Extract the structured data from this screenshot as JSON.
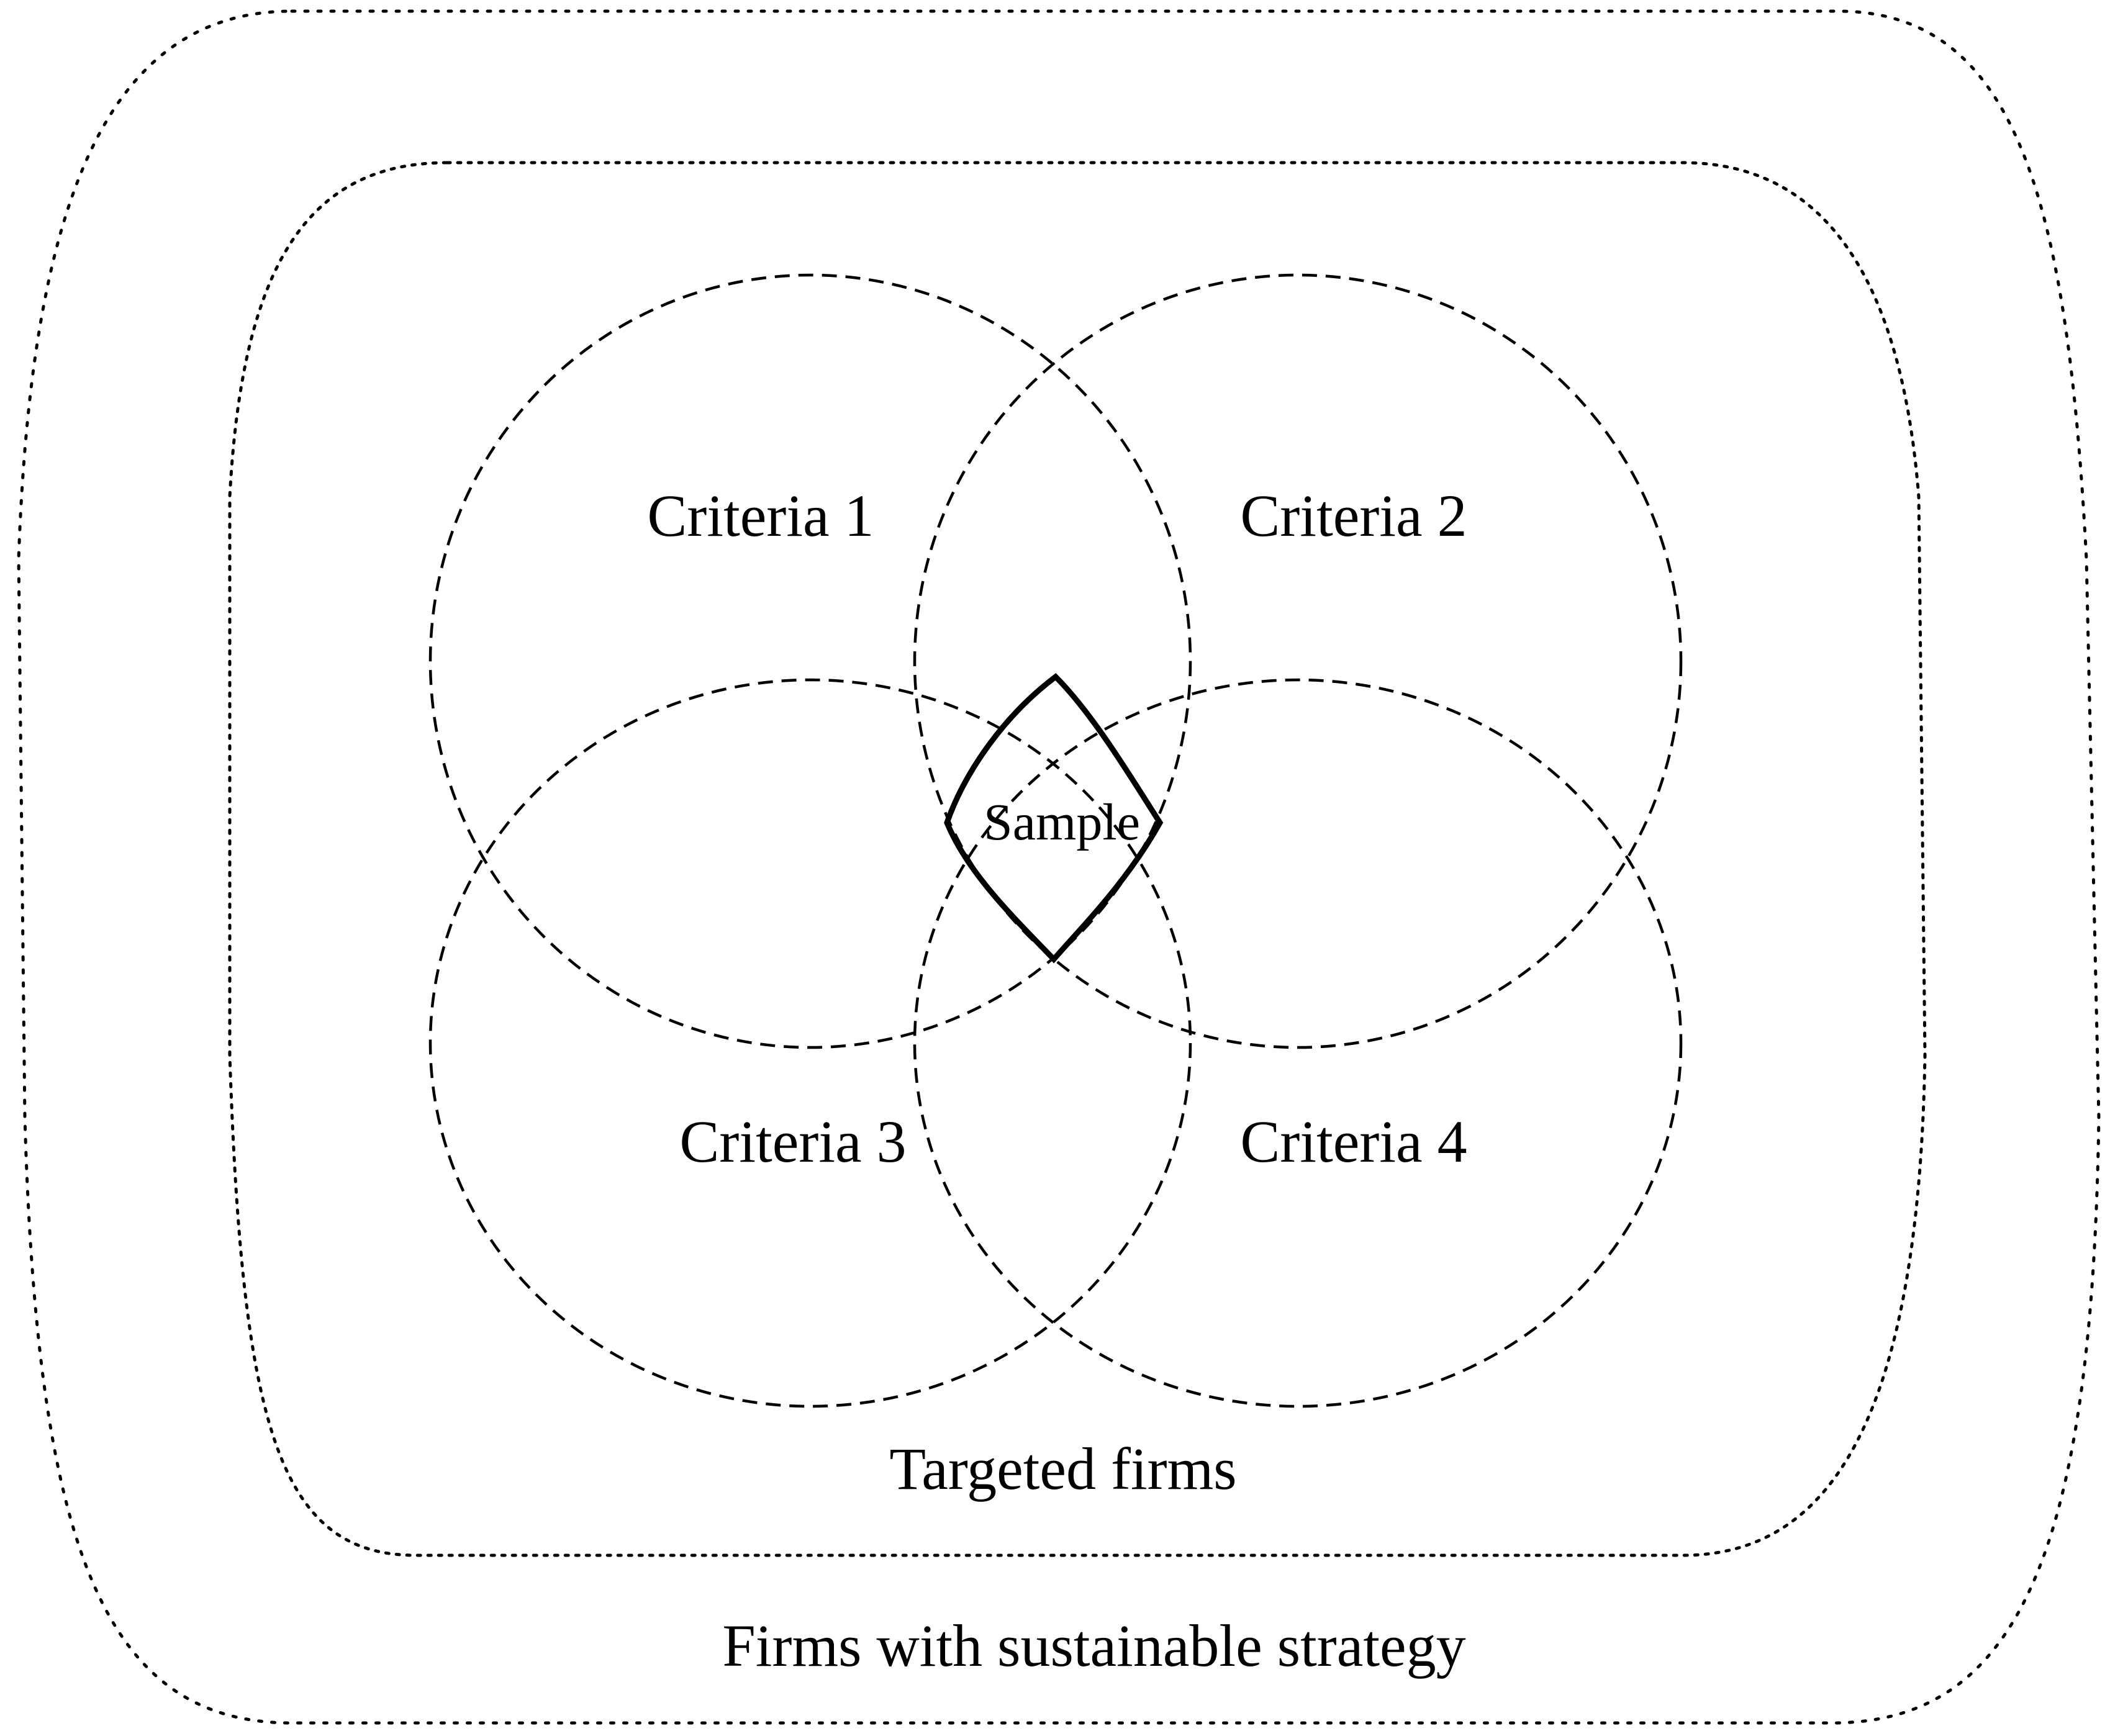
{
  "outer_region": {
    "label": "Firms with sustainable strategy"
  },
  "inner_region": {
    "label": "Targeted firms"
  },
  "criteria": [
    {
      "label": "Criteria 1"
    },
    {
      "label": "Criteria 2"
    },
    {
      "label": "Criteria 3"
    },
    {
      "label": "Criteria 4"
    }
  ],
  "sample": {
    "label": "Sample"
  },
  "colors": {
    "stroke": "#000000",
    "background": "#ffffff"
  }
}
